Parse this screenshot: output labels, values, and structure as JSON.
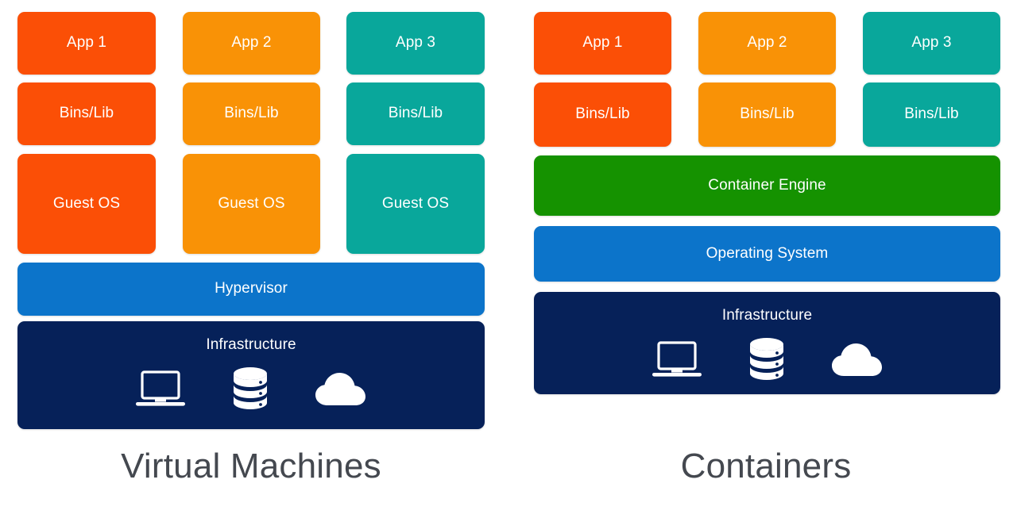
{
  "diagram": {
    "title_left": "Virtual Machines",
    "title_right": "Containers",
    "palette": {
      "orange_red": "#fb4f06",
      "orange": "#f99206",
      "teal": "#09a79b",
      "blue": "#0c74ca",
      "green": "#159200",
      "navy": "#062159",
      "caption_text": "#44484f",
      "background": "#ffffff"
    }
  },
  "vm_panel": {
    "name": "Virtual Machines",
    "columns": [
      {
        "app": "App 1",
        "bins": "Bins/Lib",
        "os": "Guest OS",
        "color": "#fb4f06"
      },
      {
        "app": "App 2",
        "bins": "Bins/Lib",
        "os": "Guest OS",
        "color": "#f99206"
      },
      {
        "app": "App 3",
        "bins": "Bins/Lib",
        "os": "Guest OS",
        "color": "#09a79b"
      }
    ],
    "hypervisor": "Hypervisor",
    "infrastructure": "Infrastructure",
    "infrastructure_icons": [
      "laptop-icon",
      "database-icon",
      "cloud-icon"
    ]
  },
  "container_panel": {
    "name": "Containers",
    "columns": [
      {
        "app": "App 1",
        "bins": "Bins/Lib",
        "color": "#fb4f06"
      },
      {
        "app": "App 2",
        "bins": "Bins/Lib",
        "color": "#f99206"
      },
      {
        "app": "App 3",
        "bins": "Bins/Lib",
        "color": "#09a79b"
      }
    ],
    "container_engine": "Container Engine",
    "operating_system": "Operating System",
    "infrastructure": "Infrastructure",
    "infrastructure_icons": [
      "laptop-icon",
      "database-icon",
      "cloud-icon"
    ]
  }
}
